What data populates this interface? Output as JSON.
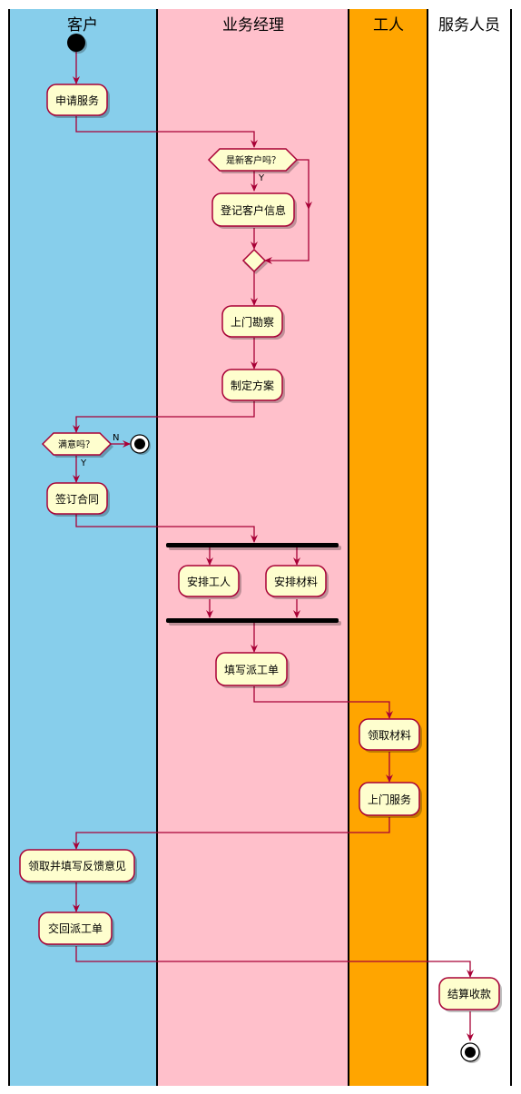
{
  "lanes": [
    {
      "title": "客户",
      "color": "#87CEEB"
    },
    {
      "title": "业务经理",
      "color": "#FFC0CB"
    },
    {
      "title": "工人",
      "color": "#FFA500"
    },
    {
      "title": "服务人员",
      "color": "#FFFFFF"
    }
  ],
  "activities": {
    "apply_service": "申请服务",
    "register_info": "登记客户信息",
    "site_survey": "上门勘察",
    "make_plan": "制定方案",
    "sign_contract": "签订合同",
    "assign_workers": "安排工人",
    "assign_materials": "安排材料",
    "fill_dispatch": "填写派工单",
    "collect_materials": "领取材料",
    "onsite_service": "上门服务",
    "feedback": "领取并填写反馈意见",
    "return_dispatch": "交回派工单",
    "settle_payment": "结算收款"
  },
  "decisions": {
    "new_customer": {
      "question": "是新客户吗？",
      "yes": "Y"
    },
    "satisfied": {
      "question": "满意吗？",
      "yes": "Y",
      "no": "N"
    }
  }
}
